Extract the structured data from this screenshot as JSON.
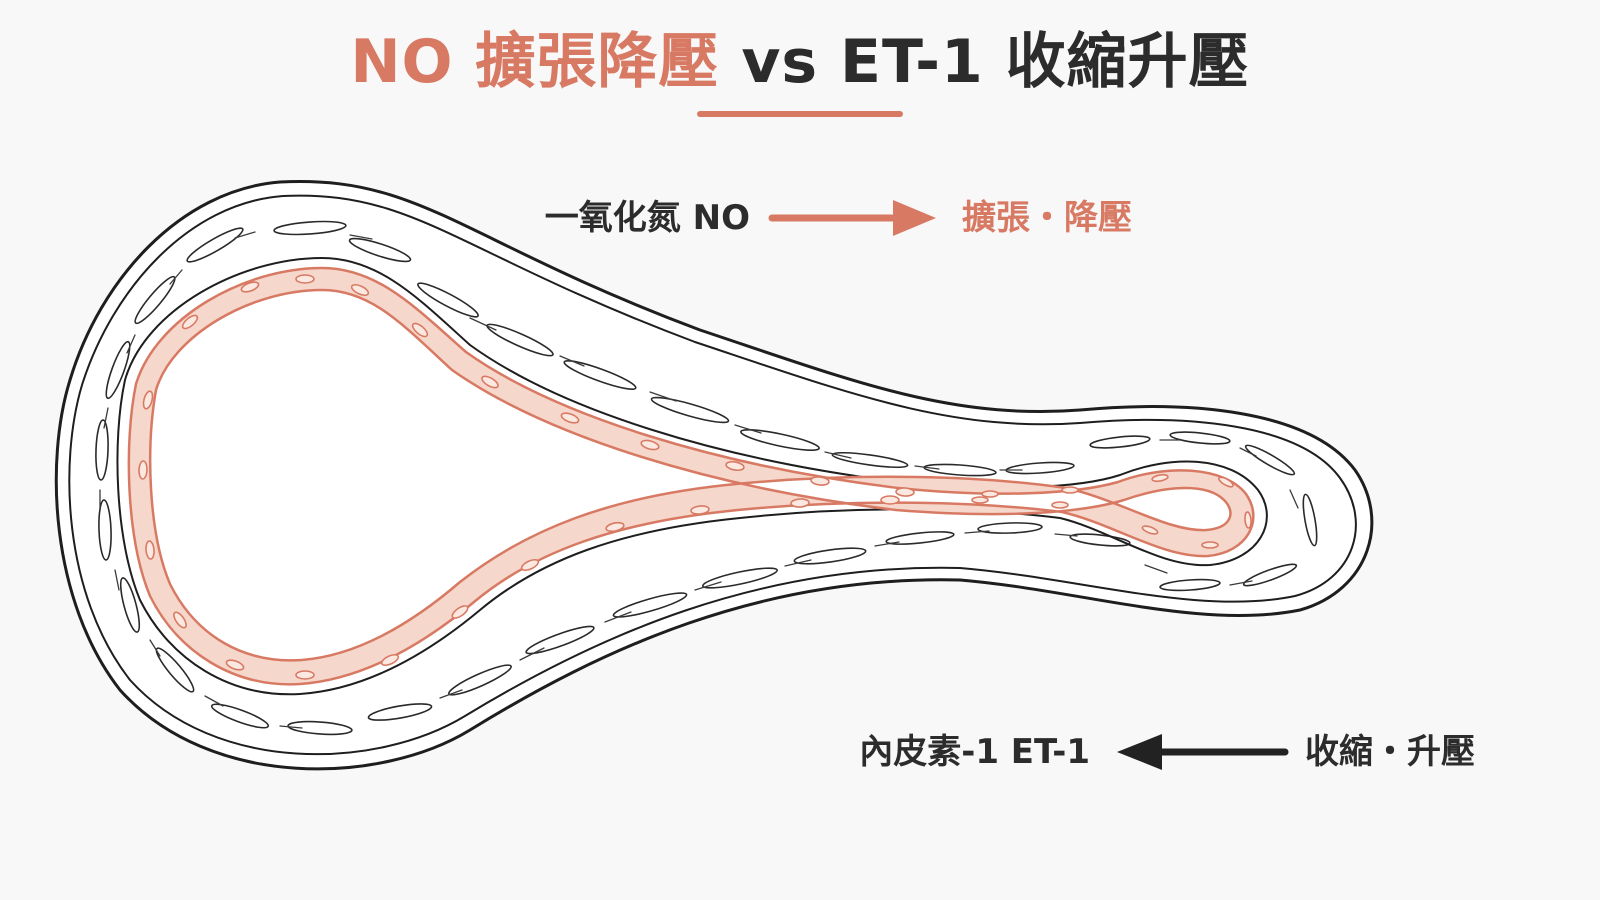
{
  "title": {
    "part1": "NO 擴張降壓",
    "part2": "vs ET-1 收縮升壓"
  },
  "no_pathway": {
    "label": "一氧化氮 NO",
    "effect": "擴張・降壓"
  },
  "et_pathway": {
    "label": "內皮素-1 ET-1",
    "effect": "收縮・升壓"
  },
  "colors": {
    "accent": "#d87a63",
    "dark": "#2c2c2c",
    "endothelium_fill": "#f6d7cc",
    "outline": "#1e1e1e",
    "background": "#f8f8f8"
  }
}
